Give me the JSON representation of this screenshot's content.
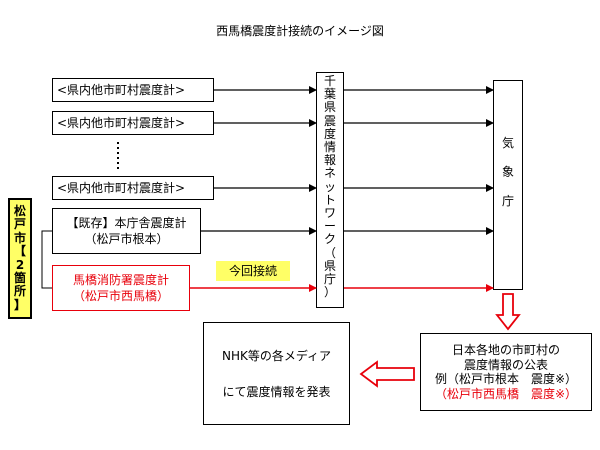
{
  "title": "西馬橋震度計接続のイメージ図",
  "municipal_seismometers": [
    "<県内他市町村震度計>",
    "<県内他市町村震度計>",
    "<県内他市町村震度計>"
  ],
  "existing": {
    "line1": "【既存】本庁舎震度計",
    "line2": "（松戸市根本）"
  },
  "new": {
    "line1": "馬橋消防署震度計",
    "line2": "（松戸市西馬橋）"
  },
  "connection_label": "今回接続",
  "matsudo_label": [
    "松",
    "戸",
    "市",
    "【",
    "2",
    "箇",
    "所",
    "】"
  ],
  "network_label": [
    "千",
    "葉",
    "県",
    "震",
    "度",
    "情",
    "報",
    "ネ",
    "ッ",
    "ト",
    "ワ",
    "ー",
    "ク",
    "（",
    "県",
    "庁",
    "）"
  ],
  "jma_label": [
    "気",
    "象",
    "庁"
  ],
  "publication": {
    "line1": "日本各地の市町村の",
    "line2": "震度情報の公表",
    "line3": "例（松戸市根本　震度※）",
    "line4": "（松戸市西馬橋　震度※）"
  },
  "media": {
    "line1": "NHK等の各メディア",
    "line2": "にて震度情報を発表"
  },
  "colors": {
    "red": "#e8000b",
    "highlight": "#ffff66",
    "black": "#000000"
  }
}
